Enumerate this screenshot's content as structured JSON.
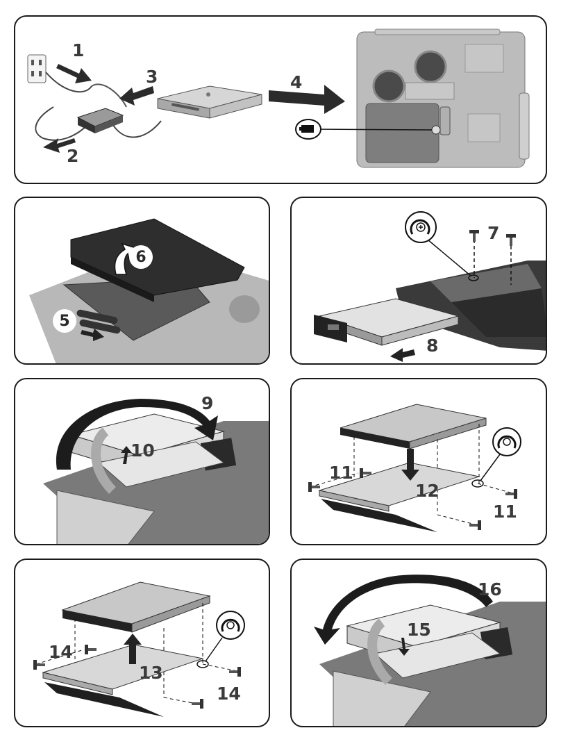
{
  "steps": {
    "s1": "1",
    "s2": "2",
    "s3": "3",
    "s4": "4",
    "s5": "5",
    "s6": "6",
    "s7": "7",
    "s8": "8",
    "s9": "9",
    "s10": "10",
    "s11a": "11",
    "s11b": "11",
    "s12": "12",
    "s13": "13",
    "s14a": "14",
    "s14b": "14",
    "s15": "15",
    "s16": "16"
  },
  "icons": {
    "battery": "battery-icon",
    "screw_release": "screw-rotate-icon"
  },
  "colors": {
    "border": "#1a1a1a",
    "arrow": "#2b2b2b",
    "laptop_base": "#b9b9b9",
    "laptop_dark": "#3c3c3c",
    "label": "#3a3a3a"
  }
}
